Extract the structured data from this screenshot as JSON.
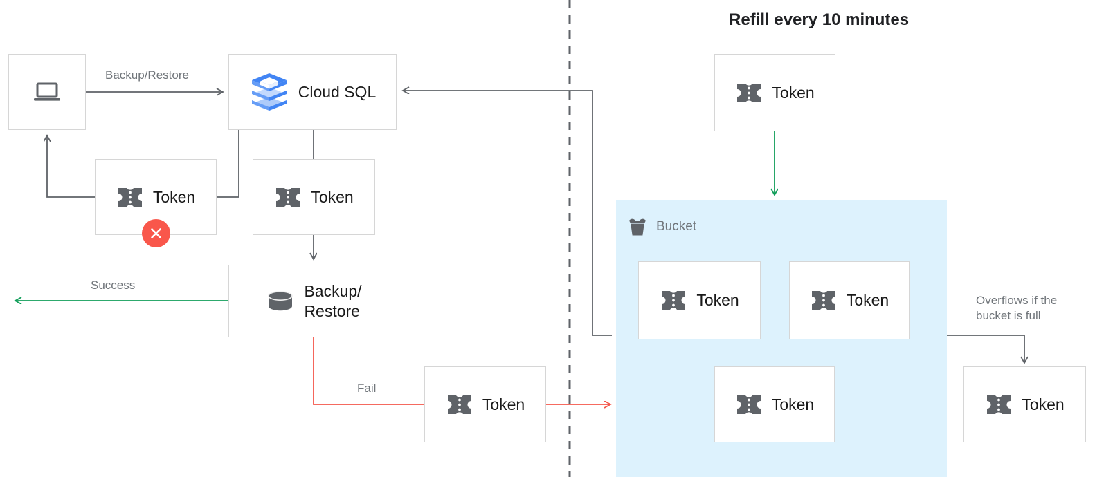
{
  "diagram": {
    "title_right": "Refill every 10 minutes",
    "nodes": {
      "client": {
        "icon": "laptop-icon",
        "label": ""
      },
      "cloud_sql": {
        "icon": "cloud-sql-icon",
        "label": "Cloud SQL"
      },
      "token_failed": {
        "icon": "token-icon",
        "label": "Token",
        "badge": "error-x-icon"
      },
      "token_consumed": {
        "icon": "token-icon",
        "label": "Token"
      },
      "backup_restore": {
        "icon": "database-icon",
        "label": "Backup/\nRestore"
      },
      "token_fail_return": {
        "icon": "token-icon",
        "label": "Token"
      },
      "token_refill": {
        "icon": "token-icon",
        "label": "Token"
      },
      "token_bucket_1": {
        "icon": "token-icon",
        "label": "Token"
      },
      "token_bucket_2": {
        "icon": "token-icon",
        "label": "Token"
      },
      "token_bucket_3": {
        "icon": "token-icon",
        "label": "Token"
      },
      "token_overflow": {
        "icon": "token-icon",
        "label": "Token"
      }
    },
    "bucket": {
      "icon": "bucket-icon",
      "label": "Bucket"
    },
    "edge_labels": {
      "backup_restore": "Backup/Restore",
      "success": "Success",
      "fail": "Fail",
      "overflow": "Overflows if the\nbucket is full"
    },
    "colors": {
      "edge_default": "#5f6368",
      "edge_success": "#0f9d58",
      "edge_fail": "#f4564a",
      "bucket_fill": "#ddf2fd",
      "error_badge": "#f9574b",
      "box_border": "#d6d6d6",
      "icon_gray": "#5f6368",
      "label_gray": "#70757a",
      "cloud_sql_blue": "#4285f4"
    },
    "divider": {
      "style": "dashed",
      "orientation": "vertical"
    }
  }
}
